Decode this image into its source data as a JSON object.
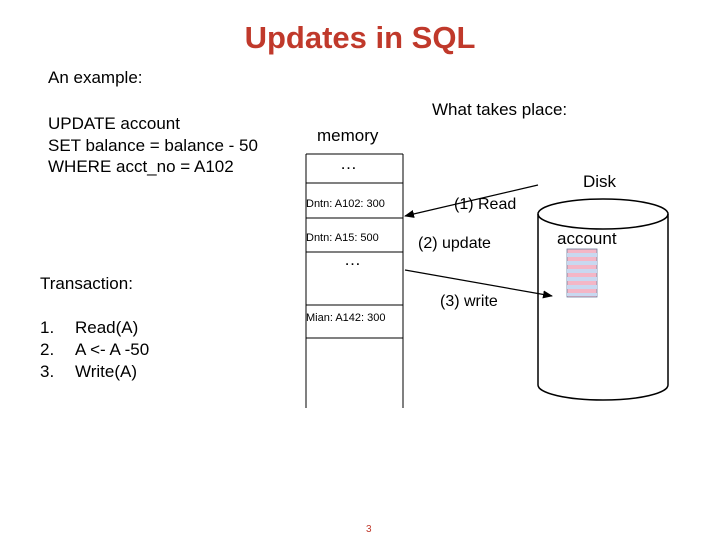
{
  "title": "Updates in SQL",
  "example_label": "An example:",
  "sql": [
    "UPDATE account",
    "SET balance = balance - 50",
    "WHERE acct_no = A102"
  ],
  "what_label": "What takes place:",
  "memory": {
    "label": "memory",
    "ellipsis_top": "…",
    "records": [
      "Dntn: A102: 300",
      "Dntn: A15: 500"
    ],
    "ellipsis_mid": "…",
    "last_record": "Mian: A142: 300"
  },
  "disk": {
    "label": "Disk",
    "account_label": "account"
  },
  "steps": {
    "read": "(1) Read",
    "update": "(2) update",
    "write": "(3) write"
  },
  "transaction": {
    "label": "Transaction:",
    "items": [
      {
        "num": "1.",
        "op": "Read(A)"
      },
      {
        "num": "2.",
        "op": "A <- A -50"
      },
      {
        "num": "3.",
        "op": "Write(A)"
      }
    ]
  },
  "page_number": "3",
  "colors": {
    "title": "#c0392b",
    "account_stripe_a": "#f4b6c6",
    "account_stripe_b": "#c8d8f0"
  }
}
